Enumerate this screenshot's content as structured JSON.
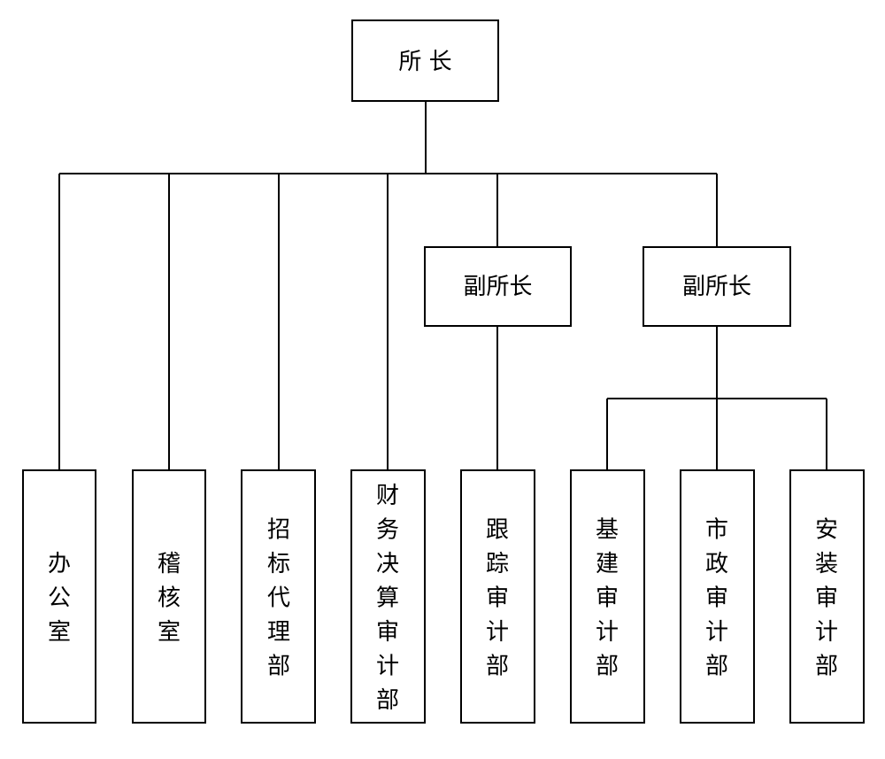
{
  "org_chart": {
    "director": "所 长",
    "deputies": [
      "副所长",
      "副所长"
    ],
    "departments": [
      "办公室",
      "稽核室",
      "招标代理部",
      "财务决算审计部",
      "跟踪审计部",
      "基建审计部",
      "市政审计部",
      "安装审计部"
    ]
  }
}
